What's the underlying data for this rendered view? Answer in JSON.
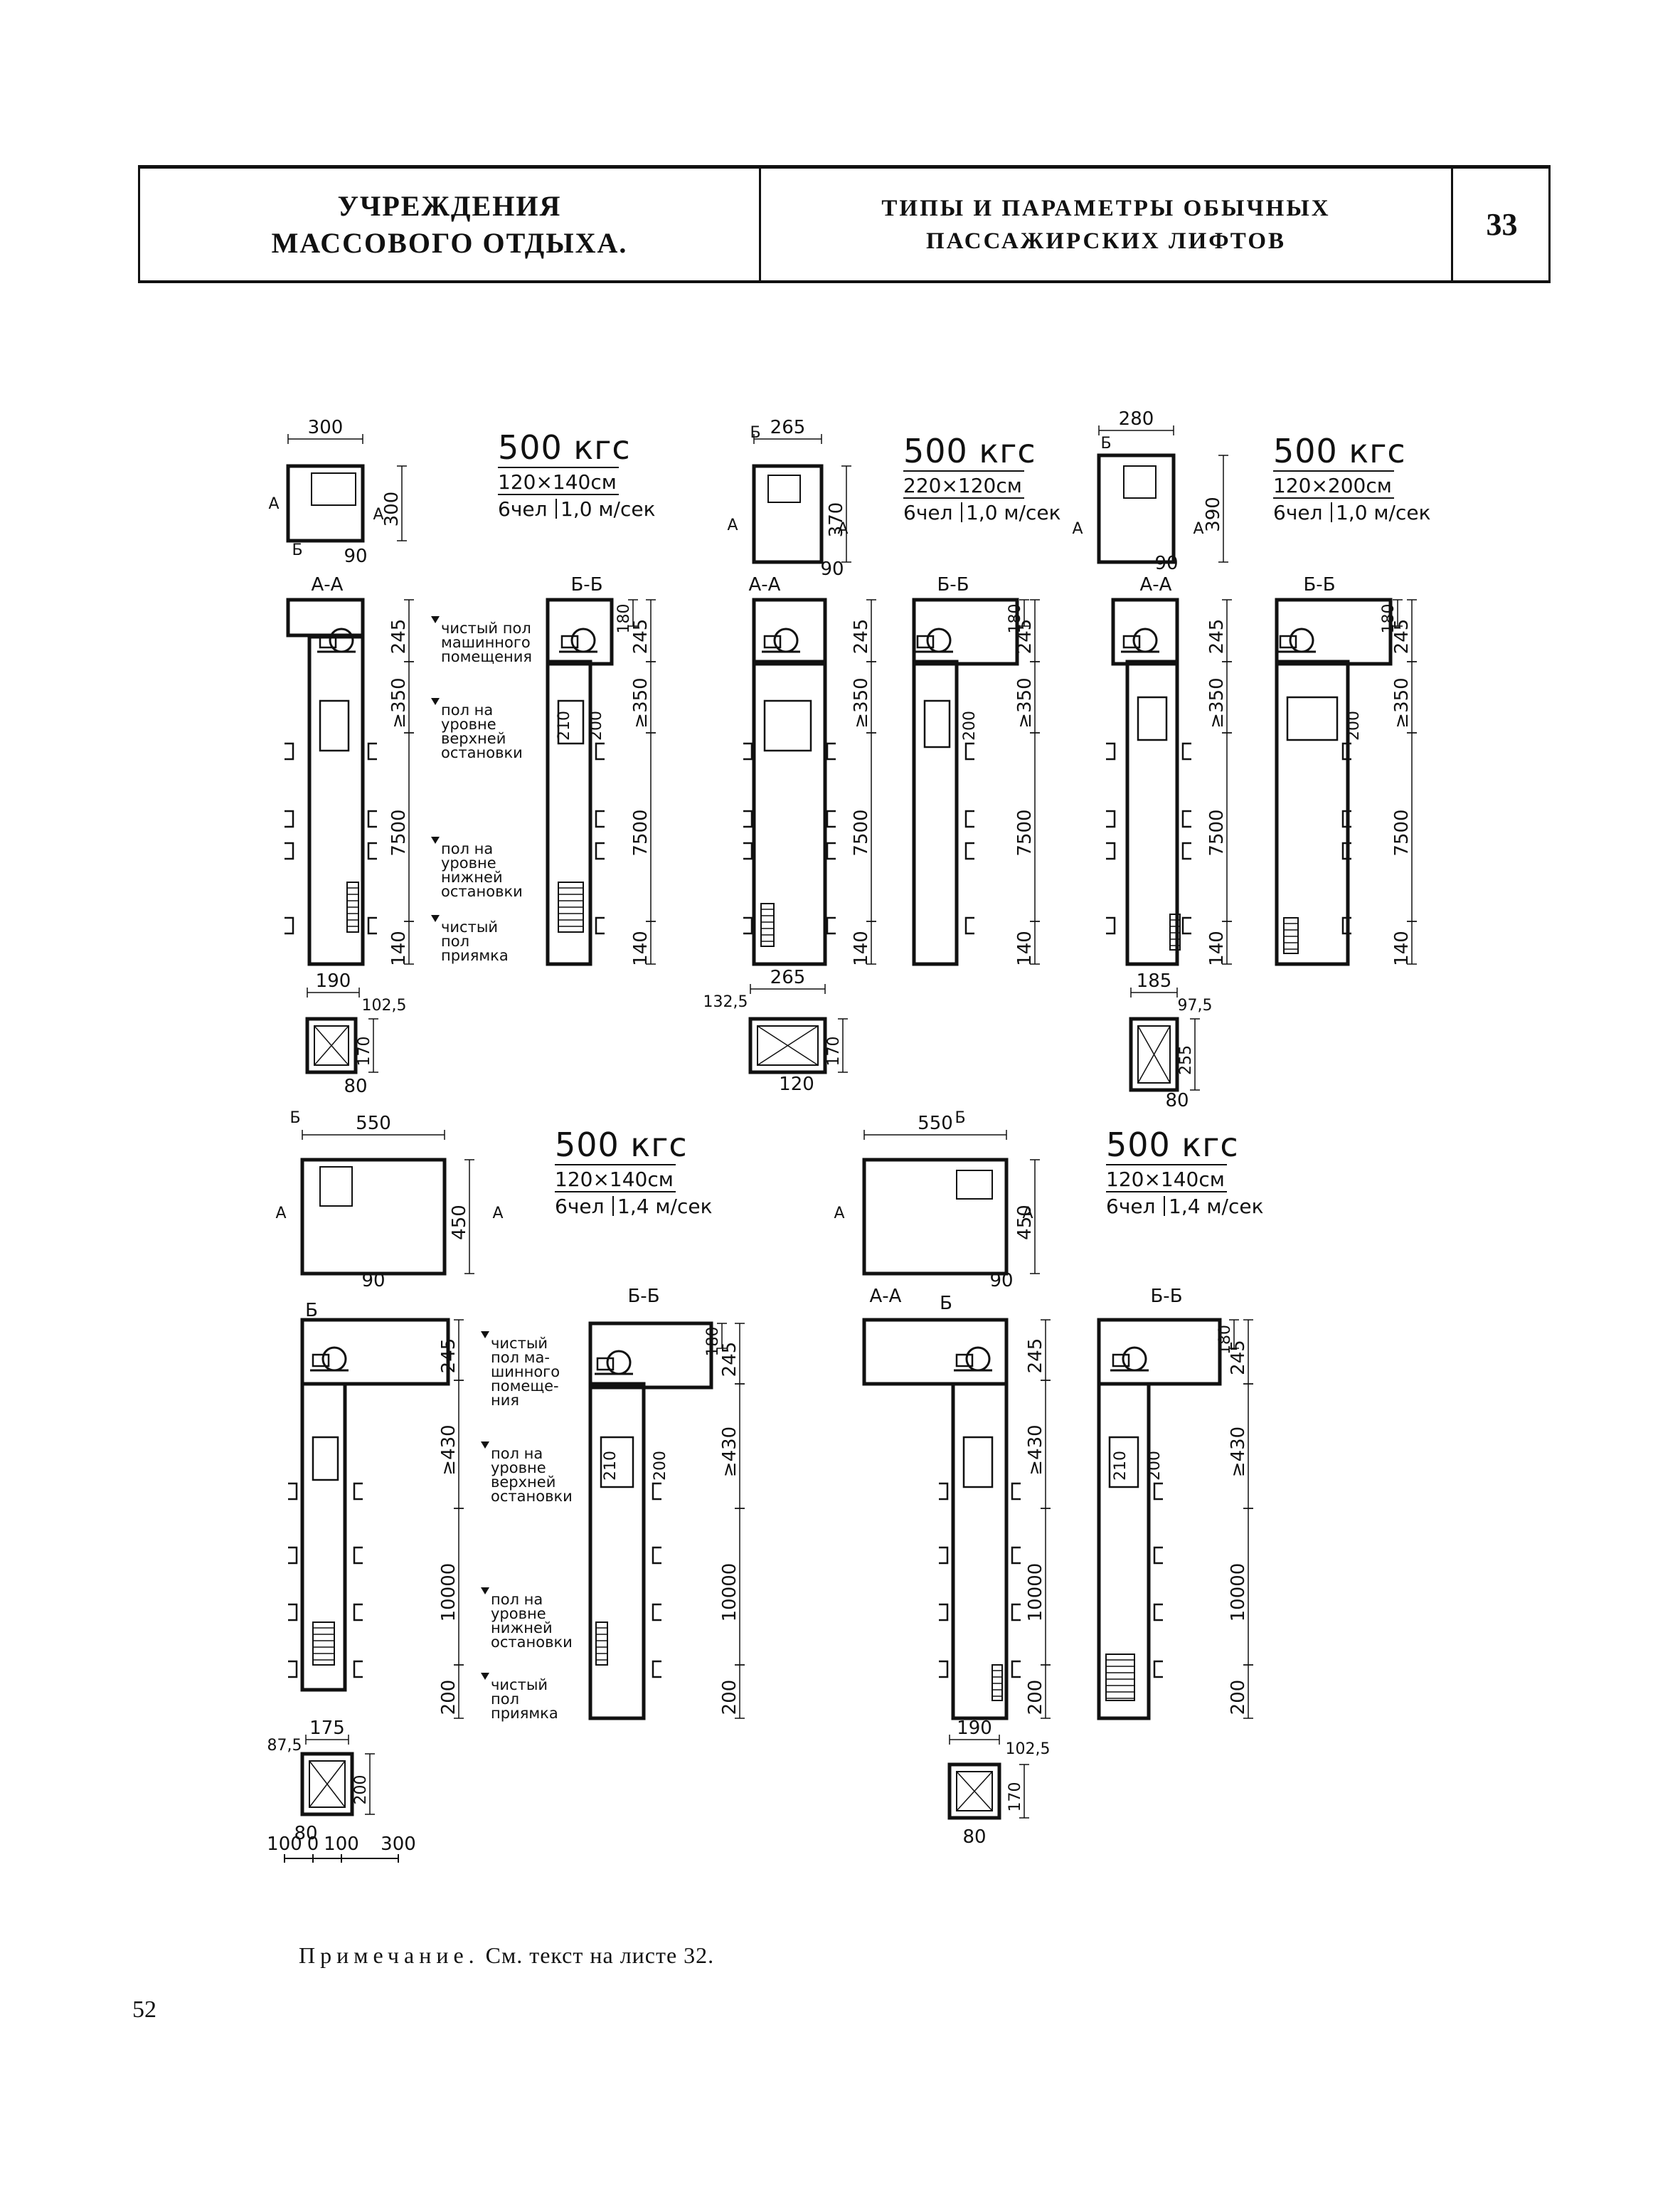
{
  "header": {
    "left_line1": "УЧРЕЖДЕНИЯ",
    "left_line2": "МАССОВОГО ОТДЫХА.",
    "title_line1": "ТИПЫ И ПАРАМЕТРЫ ОБЫЧНЫХ",
    "title_line2": "ПАССАЖИРСКИХ ЛИФТОВ",
    "sheet": "33"
  },
  "lifts": [
    {
      "load": "500 кгс",
      "cabin": "120×140см",
      "persons": "6чел",
      "speed": "1,0 м/сек",
      "plan_w": "300",
      "plan_h": "300",
      "offset": "90",
      "shaft_h": "7500",
      "machine": "245",
      "top_clear": "≥350",
      "pit": "140",
      "pit_w": "190",
      "pit_off": "102,5",
      "pit_h": "170",
      "pit_b": "80"
    },
    {
      "load": "500 кгс",
      "cabin": "220×120см",
      "persons": "6чел",
      "speed": "1,0 м/сек",
      "plan_w": "265",
      "plan_h": "370",
      "offset": "90",
      "shaft_h": "7500",
      "machine": "245",
      "top_clear": "≥350",
      "pit": "140",
      "pit_w": "265",
      "pit_off": "132,5",
      "pit_h": "170",
      "pit_b": "120"
    },
    {
      "load": "500 кгс",
      "cabin": "120×200см",
      "persons": "6чел",
      "speed": "1,0 м/сек",
      "plan_w": "280",
      "plan_h": "390",
      "offset": "90",
      "shaft_h": "7500",
      "machine": "245",
      "top_clear": "≥350",
      "pit": "140",
      "pit_w": "185",
      "pit_off": "97,5",
      "pit_h": "255",
      "pit_b": "80"
    },
    {
      "load": "500 кгс",
      "cabin": "120×140см",
      "persons": "6чел",
      "speed": "1,4 м/сек",
      "plan_w": "550",
      "plan_h": "450",
      "offset": "90",
      "shaft_h": "10000",
      "machine": "245",
      "top_clear": "≥430",
      "pit": "200",
      "pit_w": "175",
      "pit_off": "87,5",
      "pit_h": "200",
      "pit_b": "80"
    },
    {
      "load": "500 кгс",
      "cabin": "120×140см",
      "persons": "6чел",
      "speed": "1,4 м/сек",
      "plan_w": "550",
      "plan_h": "450",
      "offset": "90",
      "shaft_h": "10000",
      "machine": "245",
      "top_clear": "≥430",
      "pit": "200",
      "pit_w": "190",
      "pit_off": "102,5",
      "pit_h": "170",
      "pit_b": "80"
    }
  ],
  "labels": {
    "sec_aa": "А-А",
    "sec_bb": "Б-Б",
    "a": "А",
    "b": "Б",
    "machine_floor": [
      "чистый пол",
      "машинного",
      "помещения"
    ],
    "top_stop": [
      "пол на",
      "уровне",
      "верхней",
      "остановки"
    ],
    "bottom_stop": [
      "пол на",
      "уровне",
      "нижней",
      "остановки"
    ],
    "pit_floor": [
      "чистый",
      "пол",
      "приямка"
    ],
    "cabin_h": "210",
    "door_h": "200",
    "top_dim": "180"
  },
  "scale": [
    "100",
    "0",
    "100",
    "300"
  ],
  "note": {
    "label": "Примечание.",
    "text": " См. текст на листе 32."
  },
  "page_number": "52"
}
